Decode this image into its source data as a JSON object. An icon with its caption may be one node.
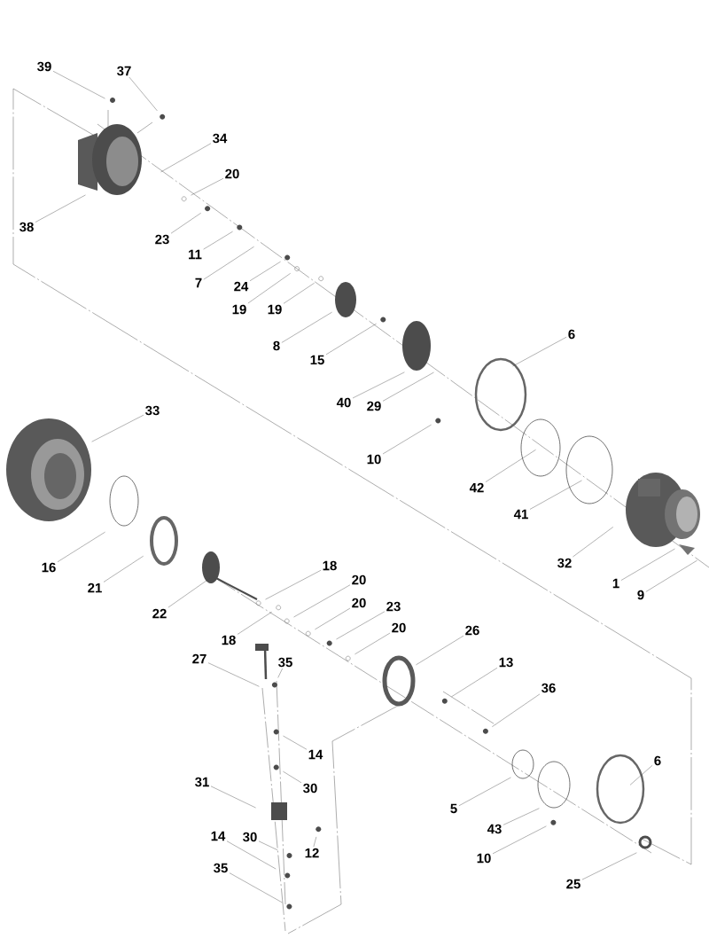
{
  "diagram": {
    "nodes": [
      {
        "text": [
          "39"
        ]
      },
      {
        "text": [
          "37"
        ]
      },
      {
        "text": [
          "34"
        ]
      },
      {
        "text": [
          "20"
        ]
      },
      {
        "text": [
          "38"
        ]
      },
      {
        "text": [
          "23"
        ]
      },
      {
        "text": [
          "11"
        ]
      },
      {
        "text": [
          "7"
        ]
      },
      {
        "text": [
          "24"
        ]
      },
      {
        "text": [
          "19"
        ]
      },
      {
        "text": [
          "19"
        ]
      },
      {
        "text": [
          "8"
        ]
      },
      {
        "text": [
          "15"
        ]
      },
      {
        "text": [
          "6"
        ]
      },
      {
        "text": [
          "40"
        ]
      },
      {
        "text": [
          "29"
        ]
      },
      {
        "text": [
          "33"
        ]
      },
      {
        "text": [
          "10"
        ]
      },
      {
        "text": [
          "42"
        ]
      },
      {
        "text": [
          "41"
        ]
      },
      {
        "text": [
          "16"
        ]
      },
      {
        "text": [
          "21"
        ]
      },
      {
        "text": [
          "22"
        ]
      },
      {
        "text": [
          "32"
        ]
      },
      {
        "text": [
          "1"
        ]
      },
      {
        "text": [
          "9"
        ]
      },
      {
        "text": [
          "18"
        ]
      },
      {
        "text": [
          "20"
        ]
      },
      {
        "text": [
          "20"
        ]
      },
      {
        "text": [
          "23"
        ]
      },
      {
        "text": [
          "20"
        ]
      },
      {
        "text": [
          "18"
        ]
      },
      {
        "text": [
          "26"
        ]
      },
      {
        "text": [
          "27"
        ]
      },
      {
        "text": [
          "35"
        ]
      },
      {
        "text": [
          "13"
        ]
      },
      {
        "text": [
          "36"
        ]
      },
      {
        "text": [
          "14"
        ]
      },
      {
        "text": [
          "5"
        ]
      },
      {
        "text": [
          "30"
        ]
      },
      {
        "text": [
          "6"
        ]
      },
      {
        "text": [
          "31"
        ]
      },
      {
        "text": [
          "43"
        ]
      },
      {
        "text": [
          "30"
        ]
      },
      {
        "text": [
          "14"
        ]
      },
      {
        "text": [
          "12"
        ]
      },
      {
        "text": [
          "10"
        ]
      },
      {
        "text": [
          "35"
        ]
      },
      {
        "text": [
          "25"
        ]
      }
    ],
    "edges": [
      {
        "from": 0,
        "to": null,
        "arrow": "none"
      },
      {
        "from": 1,
        "to": null,
        "arrow": "none"
      },
      {
        "from": 2,
        "to": null,
        "arrow": "none"
      },
      {
        "from": 3,
        "to": null,
        "arrow": "none"
      },
      {
        "from": 4,
        "to": null,
        "arrow": "none"
      },
      {
        "from": 5,
        "to": null,
        "arrow": "none"
      },
      {
        "from": 6,
        "to": null,
        "arrow": "none"
      },
      {
        "from": 7,
        "to": null,
        "arrow": "none"
      },
      {
        "from": 8,
        "to": null,
        "arrow": "none"
      },
      {
        "from": 9,
        "to": null,
        "arrow": "none"
      },
      {
        "from": 10,
        "to": null,
        "arrow": "none"
      },
      {
        "from": 11,
        "to": null,
        "arrow": "none"
      },
      {
        "from": 12,
        "to": null,
        "arrow": "none"
      },
      {
        "from": 13,
        "to": null,
        "arrow": "none"
      },
      {
        "from": 14,
        "to": null,
        "arrow": "none"
      },
      {
        "from": 15,
        "to": null,
        "arrow": "none"
      },
      {
        "from": 16,
        "to": null,
        "arrow": "none"
      },
      {
        "from": 17,
        "to": null,
        "arrow": "none"
      },
      {
        "from": 18,
        "to": null,
        "arrow": "none"
      },
      {
        "from": 19,
        "to": null,
        "arrow": "none"
      },
      {
        "from": 20,
        "to": null,
        "arrow": "none"
      },
      {
        "from": 21,
        "to": null,
        "arrow": "none"
      },
      {
        "from": 22,
        "to": null,
        "arrow": "none"
      },
      {
        "from": 23,
        "to": null,
        "arrow": "none"
      },
      {
        "from": 24,
        "to": null,
        "arrow": "none"
      },
      {
        "from": 25,
        "to": null,
        "arrow": "none"
      },
      {
        "from": 26,
        "to": null,
        "arrow": "none"
      },
      {
        "from": 27,
        "to": null,
        "arrow": "none"
      },
      {
        "from": 28,
        "to": null,
        "arrow": "none"
      },
      {
        "from": 29,
        "to": null,
        "arrow": "none"
      },
      {
        "from": 30,
        "to": null,
        "arrow": "none"
      },
      {
        "from": 31,
        "to": null,
        "arrow": "none"
      },
      {
        "from": 32,
        "to": null,
        "arrow": "none"
      },
      {
        "from": 33,
        "to": null,
        "arrow": "none"
      },
      {
        "from": 34,
        "to": null,
        "arrow": "none"
      },
      {
        "from": 35,
        "to": null,
        "arrow": "none"
      },
      {
        "from": 36,
        "to": null,
        "arrow": "none"
      },
      {
        "from": 37,
        "to": null,
        "arrow": "none"
      },
      {
        "from": 38,
        "to": null,
        "arrow": "none"
      },
      {
        "from": 39,
        "to": null,
        "arrow": "none"
      },
      {
        "from": 40,
        "to": null,
        "arrow": "none"
      },
      {
        "from": 41,
        "to": null,
        "arrow": "none"
      },
      {
        "from": 42,
        "to": null,
        "arrow": "none"
      },
      {
        "from": 43,
        "to": null,
        "arrow": "none"
      },
      {
        "from": 44,
        "to": null,
        "arrow": "none"
      },
      {
        "from": 45,
        "to": null,
        "arrow": "none"
      },
      {
        "from": 46,
        "to": null,
        "arrow": "none"
      },
      {
        "from": 47,
        "to": null,
        "arrow": "none"
      },
      {
        "from": 48,
        "to": null,
        "arrow": "none"
      }
    ]
  }
}
